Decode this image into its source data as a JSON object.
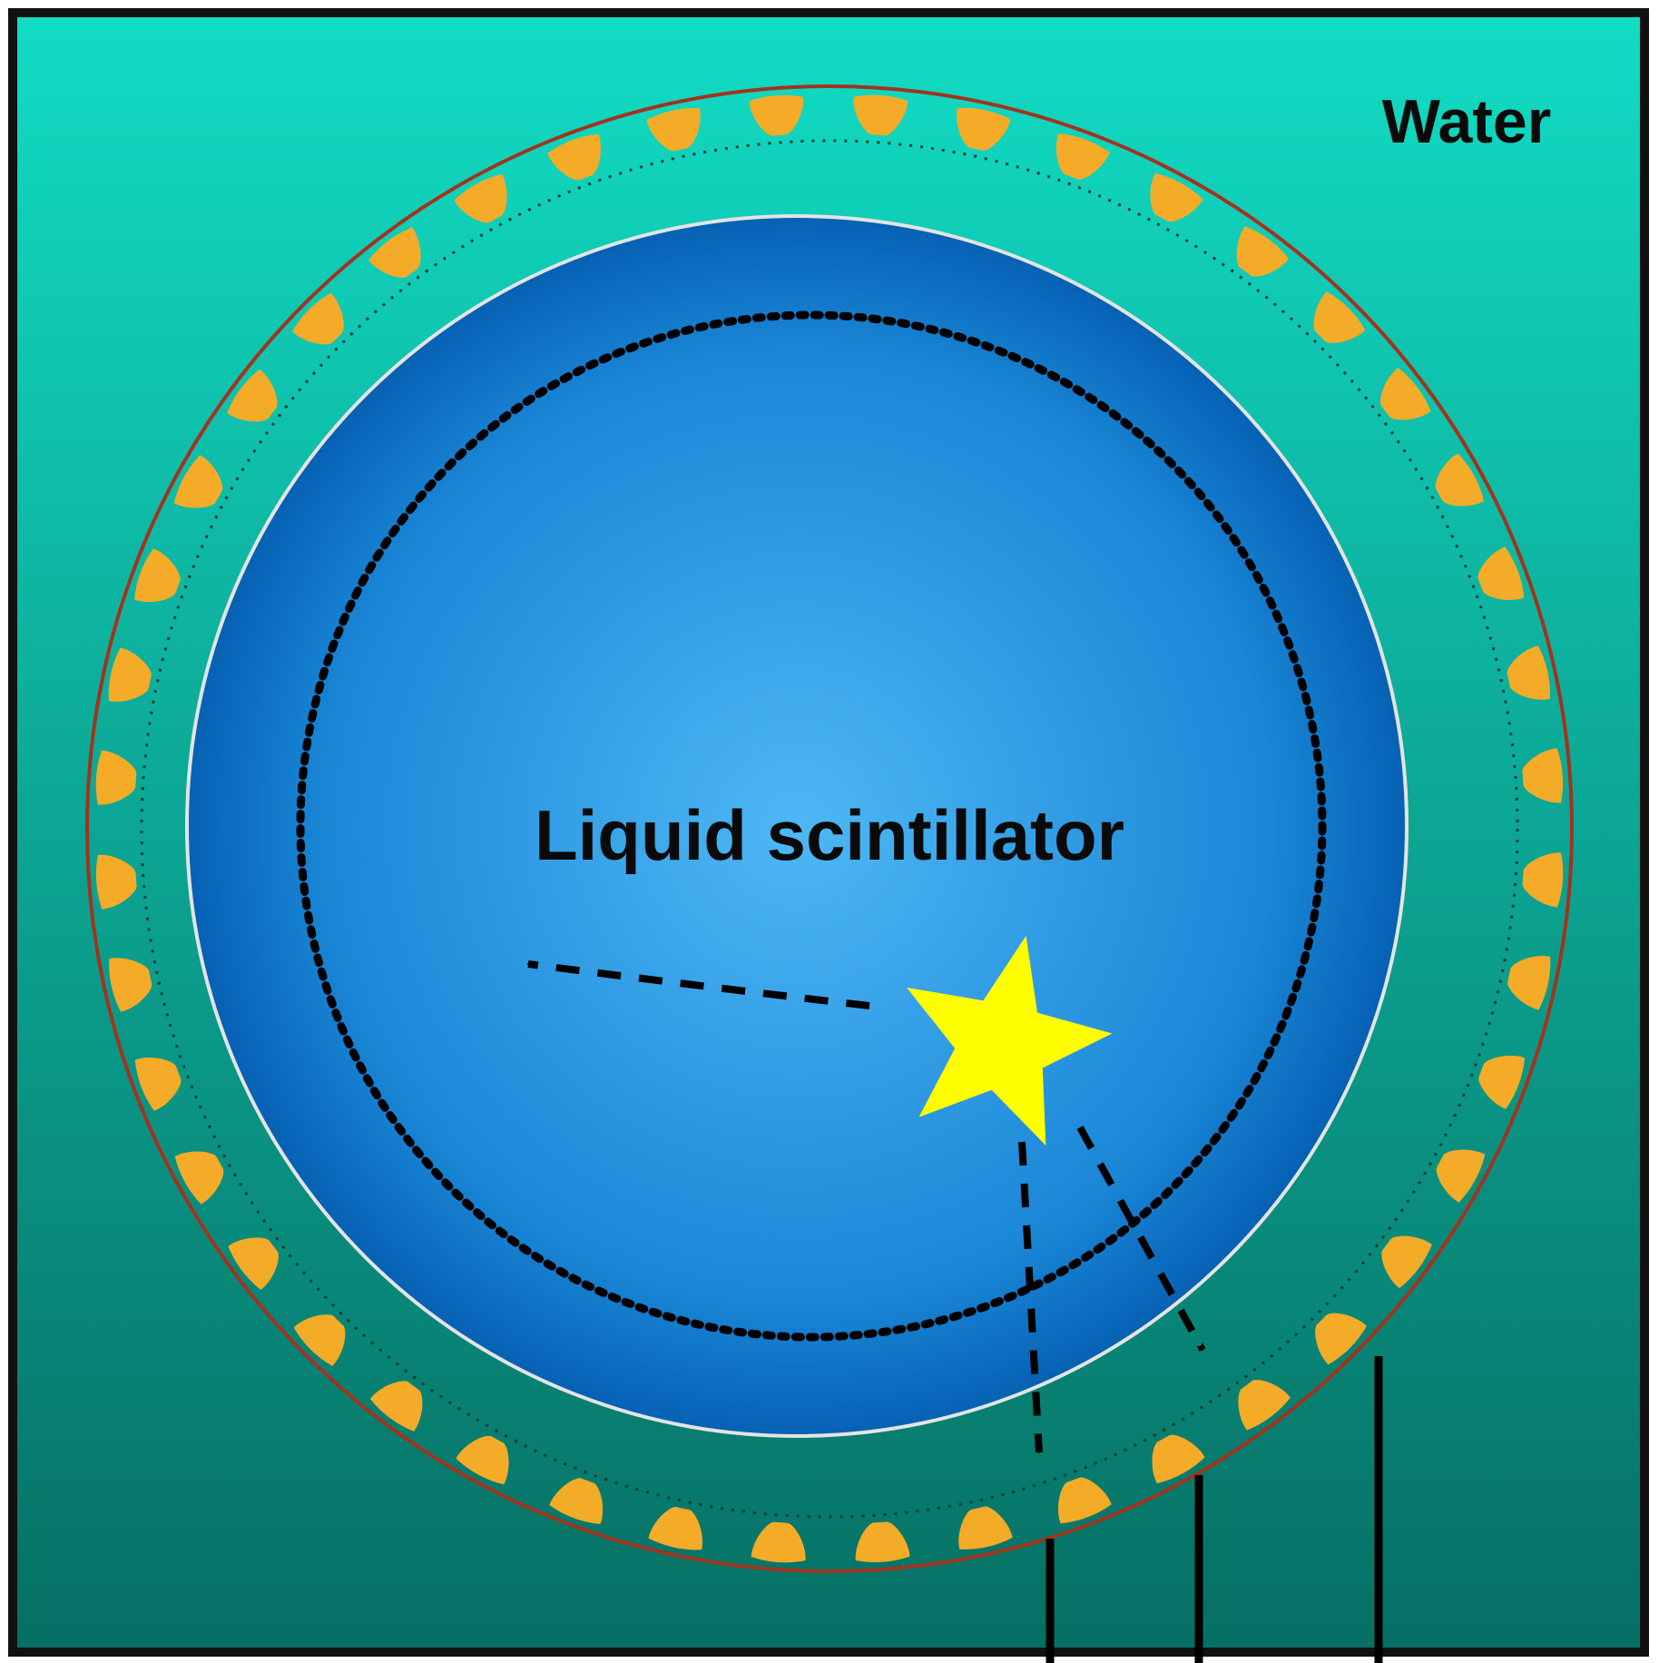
{
  "labels": {
    "outer_medium": "Water",
    "inner_medium": "Liquid scintillator"
  },
  "components": {
    "pmt_array": "pmt-icon",
    "event_vertex": "star-icon",
    "photon_paths": "dashed-arrow"
  },
  "colors": {
    "water_top": "#12dcc4",
    "water_bottom": "#066f63",
    "scintillator_center": "#4eb8f5",
    "scintillator_edge": "#0661b3",
    "pmt": "#f3ab28",
    "star": "#ffff00",
    "outer_vessel_line": "#a0341f",
    "acrylic_line": "#e4e4e4",
    "frame": "#111111"
  }
}
